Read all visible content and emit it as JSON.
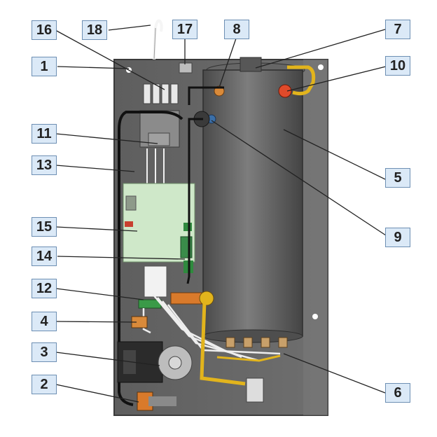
{
  "callouts": {
    "c1": "1",
    "c2": "2",
    "c3": "3",
    "c4": "4",
    "c5": "5",
    "c6": "6",
    "c7": "7",
    "c8": "8",
    "c9": "9",
    "c10": "10",
    "c11": "11",
    "c12": "12",
    "c13": "13",
    "c14": "14",
    "c15": "15",
    "c16": "16",
    "c17": "17",
    "c18": "18"
  },
  "colors": {
    "callout_fill": "#dbe9f7",
    "callout_border": "#6d8fb3",
    "cabinet": "#6a6a6a",
    "tank": "#5a5a5a",
    "board": "#cfe8c9",
    "pipe_yellow": "#e2b41c",
    "flange_orange": "#d97a2b"
  }
}
